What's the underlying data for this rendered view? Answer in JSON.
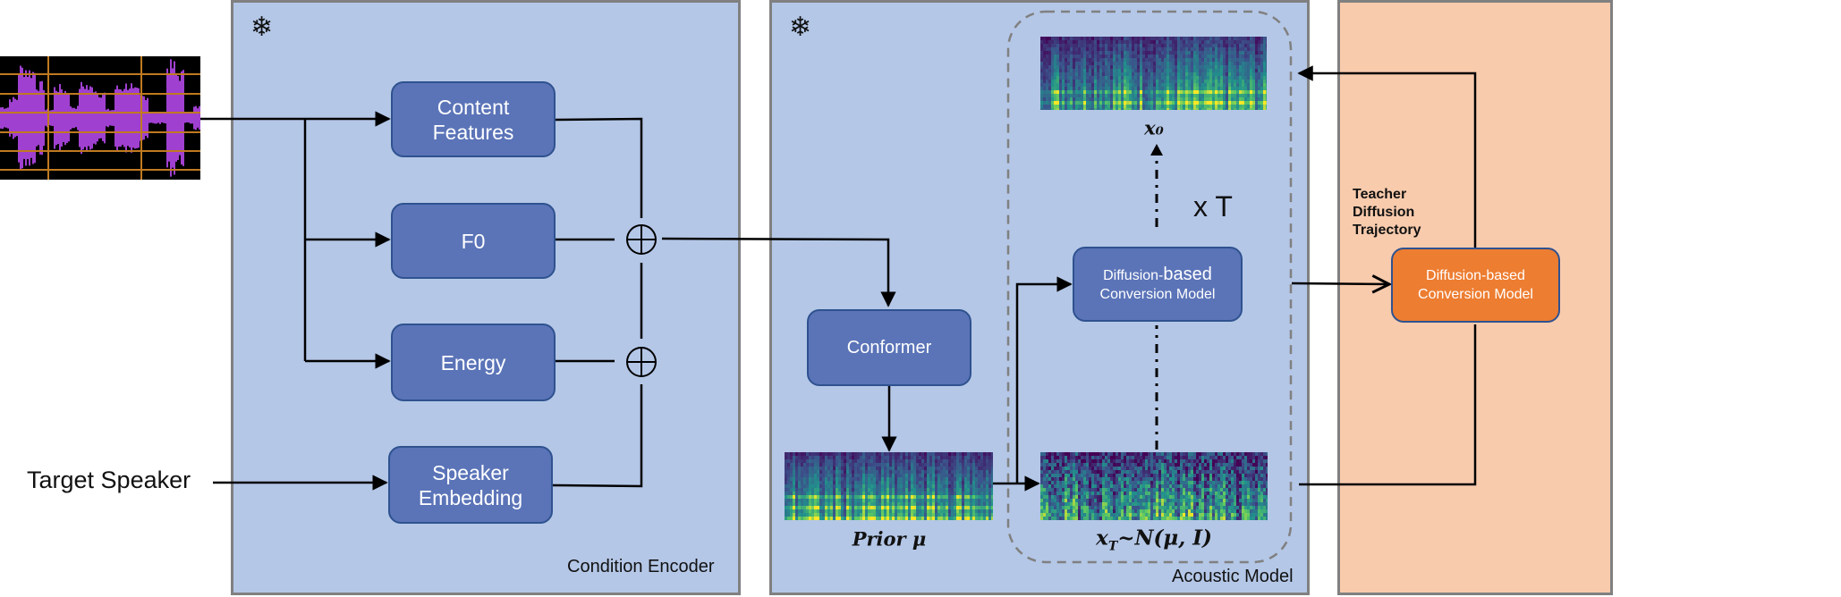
{
  "diagram": {
    "input": {
      "waveform_icon": "audio-waveform",
      "target_speaker_label": "Target Speaker"
    },
    "condition_encoder": {
      "label": "Condition Encoder",
      "frozen_icon": "snowflake",
      "blocks": {
        "content_features": [
          "Content",
          "Features"
        ],
        "f0": "F0",
        "energy": "Energy",
        "speaker_embedding": [
          "Speaker",
          "Embedding"
        ]
      },
      "operators": [
        "⊕",
        "⊕"
      ]
    },
    "acoustic_model": {
      "label": "Acoustic Model",
      "frozen_icon": "snowflake",
      "conformer": "Conformer",
      "diffusion_block": {
        "line1_a": "Diffusion-",
        "line1_b": "based",
        "line2": "Conversion Model"
      },
      "repeat_label": "x T",
      "x0_label": "x₀",
      "prior_label": "Prior μ",
      "xT_label": "x_T~N(μ, I)",
      "xT_label_parts": {
        "x": "x",
        "sub": "T",
        "rest": "~N(μ, I)"
      }
    },
    "student": {
      "trajectory_label": [
        "Teacher",
        "Diffusion",
        "Trajectory"
      ],
      "block": [
        "Diffusion-based",
        "Conversion Model"
      ]
    },
    "colors": {
      "panel_blue": "#b4c7e7",
      "panel_peach": "#f8cbad",
      "block_blue": "#5b74b8",
      "block_orange": "#ed7d31",
      "panel_border": "#808080",
      "waveform_purple": "#a040d0",
      "waveform_grid": "#c07a20"
    }
  }
}
